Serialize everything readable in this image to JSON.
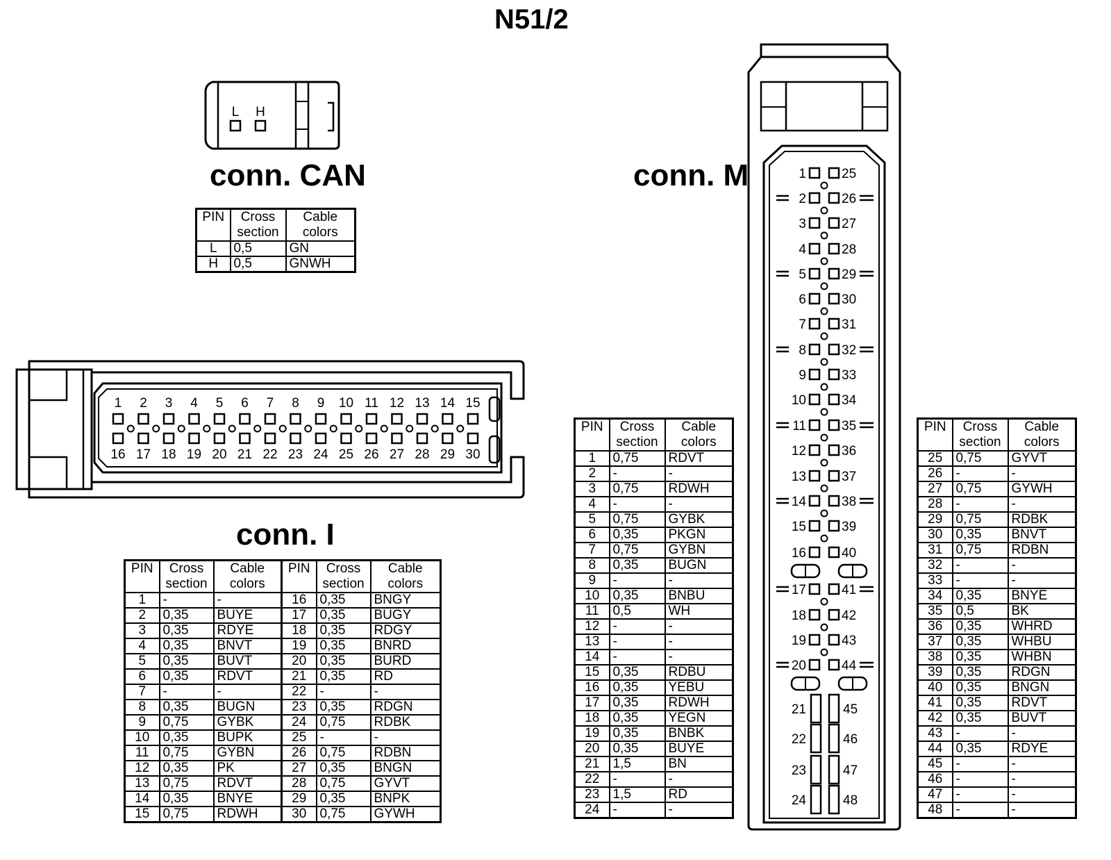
{
  "title": "N51/2",
  "headers": {
    "pin": "PIN",
    "cross": "Cross section",
    "cable": "Cable colors"
  },
  "connectors": {
    "can": {
      "heading": "conn. CAN",
      "pin_labels": [
        "L",
        "H"
      ],
      "rows": [
        {
          "pin": "L",
          "cross": "0,5",
          "color": "GN"
        },
        {
          "pin": "H",
          "cross": "0,5",
          "color": "GNWH"
        }
      ]
    },
    "i": {
      "heading": "conn. I",
      "top_pins": [
        "1",
        "2",
        "3",
        "4",
        "5",
        "6",
        "7",
        "8",
        "9",
        "10",
        "11",
        "12",
        "13",
        "14",
        "15"
      ],
      "bottom_pins": [
        "16",
        "17",
        "18",
        "19",
        "20",
        "21",
        "22",
        "23",
        "24",
        "25",
        "26",
        "27",
        "28",
        "29",
        "30"
      ],
      "rows": [
        {
          "pin": "1",
          "cross": "-",
          "color": "-",
          "pin2": "16",
          "cross2": "0,35",
          "color2": "BNGY"
        },
        {
          "pin": "2",
          "cross": "0,35",
          "color": "BUYE",
          "pin2": "17",
          "cross2": "0,35",
          "color2": "BUGY"
        },
        {
          "pin": "3",
          "cross": "0,35",
          "color": "RDYE",
          "pin2": "18",
          "cross2": "0,35",
          "color2": "RDGY"
        },
        {
          "pin": "4",
          "cross": "0,35",
          "color": "BNVT",
          "pin2": "19",
          "cross2": "0,35",
          "color2": "BNRD"
        },
        {
          "pin": "5",
          "cross": "0,35",
          "color": "BUVT",
          "pin2": "20",
          "cross2": "0,35",
          "color2": "BURD"
        },
        {
          "pin": "6",
          "cross": "0,35",
          "color": "RDVT",
          "pin2": "21",
          "cross2": "0,35",
          "color2": "RD"
        },
        {
          "pin": "7",
          "cross": "-",
          "color": "-",
          "pin2": "22",
          "cross2": "-",
          "color2": "-"
        },
        {
          "pin": "8",
          "cross": "0,35",
          "color": "BUGN",
          "pin2": "23",
          "cross2": "0,35",
          "color2": "RDGN"
        },
        {
          "pin": "9",
          "cross": "0,75",
          "color": "GYBK",
          "pin2": "24",
          "cross2": "0,75",
          "color2": "RDBK"
        },
        {
          "pin": "10",
          "cross": "0,35",
          "color": "BUPK",
          "pin2": "25",
          "cross2": "-",
          "color2": "-"
        },
        {
          "pin": "11",
          "cross": "0,75",
          "color": "GYBN",
          "pin2": "26",
          "cross2": "0,75",
          "color2": "RDBN"
        },
        {
          "pin": "12",
          "cross": "0,35",
          "color": "PK",
          "pin2": "27",
          "cross2": "0,35",
          "color2": "BNGN"
        },
        {
          "pin": "13",
          "cross": "0,75",
          "color": "RDVT",
          "pin2": "28",
          "cross2": "0,75",
          "color2": "GYVT"
        },
        {
          "pin": "14",
          "cross": "0,35",
          "color": "BNYE",
          "pin2": "29",
          "cross2": "0,35",
          "color2": "BNPK"
        },
        {
          "pin": "15",
          "cross": "0,75",
          "color": "RDWH",
          "pin2": "30",
          "cross2": "0,75",
          "color2": "GYWH"
        }
      ]
    },
    "m": {
      "heading": "conn. M",
      "left_pins": [
        "1",
        "2",
        "3",
        "4",
        "5",
        "6",
        "7",
        "8",
        "9",
        "10",
        "11",
        "12",
        "13",
        "14",
        "15",
        "16",
        "17",
        "18",
        "19",
        "20",
        "21",
        "22",
        "23",
        "24"
      ],
      "right_pins": [
        "25",
        "26",
        "27",
        "28",
        "29",
        "30",
        "31",
        "32",
        "33",
        "34",
        "35",
        "36",
        "37",
        "38",
        "39",
        "40",
        "41",
        "42",
        "43",
        "44",
        "45",
        "46",
        "47",
        "48"
      ],
      "rows_left": [
        {
          "pin": "1",
          "cross": "0,75",
          "color": "RDVT"
        },
        {
          "pin": "2",
          "cross": "-",
          "color": "-"
        },
        {
          "pin": "3",
          "cross": "0,75",
          "color": "RDWH"
        },
        {
          "pin": "4",
          "cross": "-",
          "color": "-"
        },
        {
          "pin": "5",
          "cross": "0,75",
          "color": "GYBK"
        },
        {
          "pin": "6",
          "cross": "0,35",
          "color": "PKGN"
        },
        {
          "pin": "7",
          "cross": "0,75",
          "color": "GYBN"
        },
        {
          "pin": "8",
          "cross": "0,35",
          "color": "BUGN"
        },
        {
          "pin": "9",
          "cross": "-",
          "color": "-"
        },
        {
          "pin": "10",
          "cross": "0,35",
          "color": "BNBU"
        },
        {
          "pin": "11",
          "cross": "0,5",
          "color": "WH"
        },
        {
          "pin": "12",
          "cross": "-",
          "color": "-"
        },
        {
          "pin": "13",
          "cross": "-",
          "color": "-"
        },
        {
          "pin": "14",
          "cross": "-",
          "color": "-"
        },
        {
          "pin": "15",
          "cross": "0,35",
          "color": "RDBU"
        },
        {
          "pin": "16",
          "cross": "0,35",
          "color": "YEBU"
        },
        {
          "pin": "17",
          "cross": "0,35",
          "color": "RDWH"
        },
        {
          "pin": "18",
          "cross": "0,35",
          "color": "YEGN"
        },
        {
          "pin": "19",
          "cross": "0,35",
          "color": "BNBK"
        },
        {
          "pin": "20",
          "cross": "0,35",
          "color": "BUYE"
        },
        {
          "pin": "21",
          "cross": "1,5",
          "color": "BN"
        },
        {
          "pin": "22",
          "cross": "-",
          "color": "-"
        },
        {
          "pin": "23",
          "cross": "1,5",
          "color": "RD"
        },
        {
          "pin": "24",
          "cross": "-",
          "color": "-"
        }
      ],
      "rows_right": [
        {
          "pin": "25",
          "cross": "0,75",
          "color": "GYVT"
        },
        {
          "pin": "26",
          "cross": "-",
          "color": "-"
        },
        {
          "pin": "27",
          "cross": "0,75",
          "color": "GYWH"
        },
        {
          "pin": "28",
          "cross": "-",
          "color": "-"
        },
        {
          "pin": "29",
          "cross": "0,75",
          "color": "RDBK"
        },
        {
          "pin": "30",
          "cross": "0,35",
          "color": "BNVT"
        },
        {
          "pin": "31",
          "cross": "0,75",
          "color": "RDBN"
        },
        {
          "pin": "32",
          "cross": "-",
          "color": "-"
        },
        {
          "pin": "33",
          "cross": "-",
          "color": "-"
        },
        {
          "pin": "34",
          "cross": "0,35",
          "color": "BNYE"
        },
        {
          "pin": "35",
          "cross": "0,5",
          "color": "BK"
        },
        {
          "pin": "36",
          "cross": "0,35",
          "color": "WHRD"
        },
        {
          "pin": "37",
          "cross": "0,35",
          "color": "WHBU"
        },
        {
          "pin": "38",
          "cross": "0,35",
          "color": "WHBN"
        },
        {
          "pin": "39",
          "cross": "0,35",
          "color": "RDGN"
        },
        {
          "pin": "40",
          "cross": "0,35",
          "color": "BNGN"
        },
        {
          "pin": "41",
          "cross": "0,35",
          "color": "RDVT"
        },
        {
          "pin": "42",
          "cross": "0,35",
          "color": "BUVT"
        },
        {
          "pin": "43",
          "cross": "-",
          "color": "-"
        },
        {
          "pin": "44",
          "cross": "0,35",
          "color": "RDYE"
        },
        {
          "pin": "45",
          "cross": "-",
          "color": "-"
        },
        {
          "pin": "46",
          "cross": "-",
          "color": "-"
        },
        {
          "pin": "47",
          "cross": "-",
          "color": "-"
        },
        {
          "pin": "48",
          "cross": "-",
          "color": "-"
        }
      ]
    }
  }
}
